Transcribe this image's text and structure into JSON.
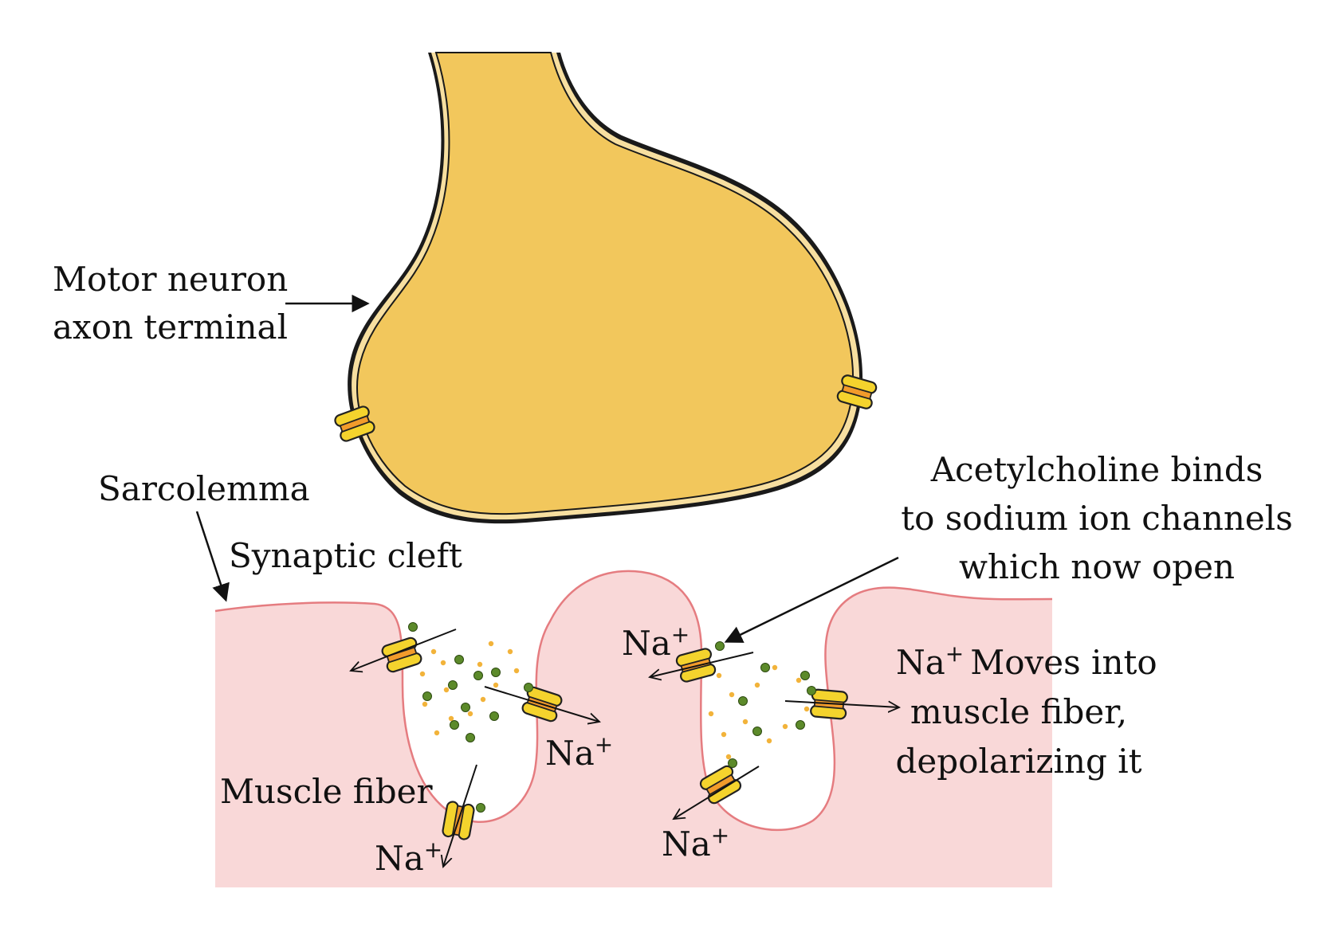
{
  "colors": {
    "axon_fill": "#F2C75C",
    "axon_outline": "#1a1a1a",
    "axon_membrane": "#F7DFA0",
    "muscle_fill": "#F9D8D8",
    "muscle_outline": "#E57C80",
    "channel_fill": "#F4D32D",
    "channel_core": "#F29B2B",
    "ach_green": "#5C8A2A",
    "ach_yellow": "#F2B33A"
  },
  "labels": {
    "motor_neuron_line1": "Motor neuron",
    "motor_neuron_line2": "axon terminal",
    "sarcolemma": "Sarcolemma",
    "synaptic_cleft": "Synaptic cleft",
    "muscle_fiber": "Muscle fiber",
    "ach_line1": "Acetylcholine binds",
    "ach_line2": "to sodium ion channels",
    "ach_line3": "which now open",
    "na_moves_line1_text": "Moves into",
    "na_moves_line2": "muscle fiber,",
    "na_moves_line3": "depolarizing it",
    "ion": "Na",
    "charge": "+"
  },
  "icons": {
    "channel": "ion-channel-icon",
    "arrow": "arrow-icon"
  }
}
